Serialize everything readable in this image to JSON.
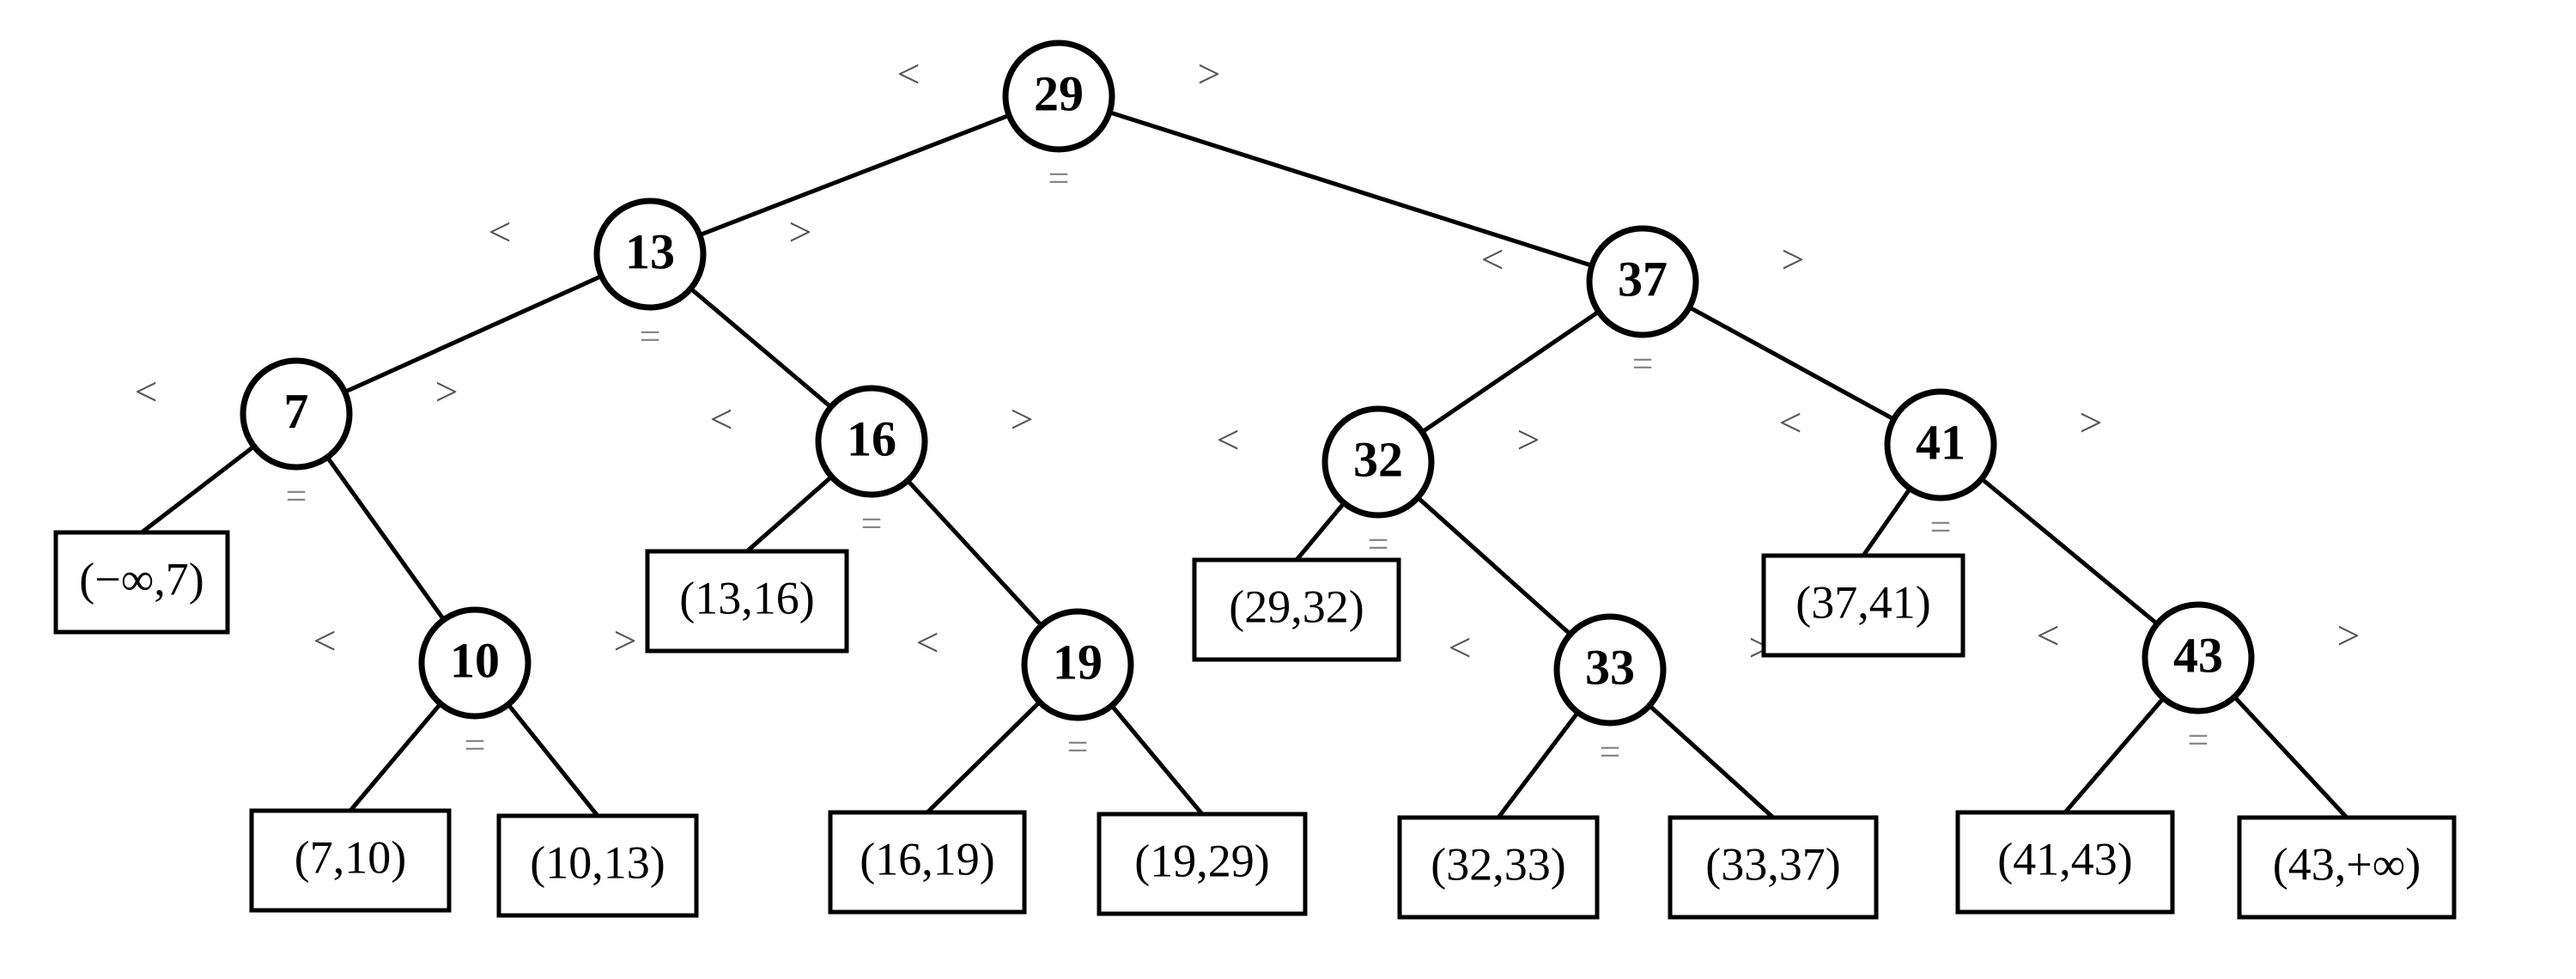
{
  "tree": {
    "id": "n29",
    "label": "29",
    "cmp": {
      "lt": "<",
      "eq": "=",
      "gt": ">"
    },
    "left": {
      "id": "n13",
      "label": "13",
      "cmp": {
        "lt": "<",
        "eq": "=",
        "gt": ">"
      },
      "left": {
        "id": "n7",
        "label": "7",
        "cmp": {
          "lt": "<",
          "eq": "=",
          "gt": ">"
        },
        "left": {
          "id": "l0",
          "leaf": "(−∞,7)"
        },
        "right": {
          "id": "n10",
          "label": "10",
          "cmp": {
            "lt": "<",
            "eq": "=",
            "gt": ">"
          },
          "left": {
            "id": "l1",
            "leaf": "(7,10)"
          },
          "right": {
            "id": "l2",
            "leaf": "(10,13)"
          }
        }
      },
      "right": {
        "id": "n16",
        "label": "16",
        "cmp": {
          "lt": "<",
          "eq": "=",
          "gt": ">"
        },
        "left": {
          "id": "l3",
          "leaf": "(13,16)"
        },
        "right": {
          "id": "n19",
          "label": "19",
          "cmp": {
            "lt": "<",
            "eq": "=",
            "gt": ">"
          },
          "left": {
            "id": "l4",
            "leaf": "(16,19)"
          },
          "right": {
            "id": "l5",
            "leaf": "(19,29)"
          }
        }
      }
    },
    "right": {
      "id": "n37",
      "label": "37",
      "cmp": {
        "lt": "<",
        "eq": "=",
        "gt": ">"
      },
      "left": {
        "id": "n32",
        "label": "32",
        "cmp": {
          "lt": "<",
          "eq": "=",
          "gt": ">"
        },
        "left": {
          "id": "l6",
          "leaf": "(29,32)"
        },
        "right": {
          "id": "n33",
          "label": "33",
          "cmp": {
            "lt": "<",
            "eq": "=",
            "gt": ">"
          },
          "left": {
            "id": "l7",
            "leaf": "(32,33)"
          },
          "right": {
            "id": "l8",
            "leaf": "(33,37)"
          }
        }
      },
      "right": {
        "id": "n41",
        "label": "41",
        "cmp": {
          "lt": "<",
          "eq": "=",
          "gt": ">"
        },
        "left": {
          "id": "l9",
          "leaf": "(37,41)"
        },
        "right": {
          "id": "n43",
          "label": "43",
          "cmp": {
            "lt": "<",
            "eq": "=",
            "gt": ">"
          },
          "left": {
            "id": "l10",
            "leaf": "(41,43)"
          },
          "right": {
            "id": "l11",
            "leaf": "(43,+∞)"
          }
        }
      }
    }
  }
}
